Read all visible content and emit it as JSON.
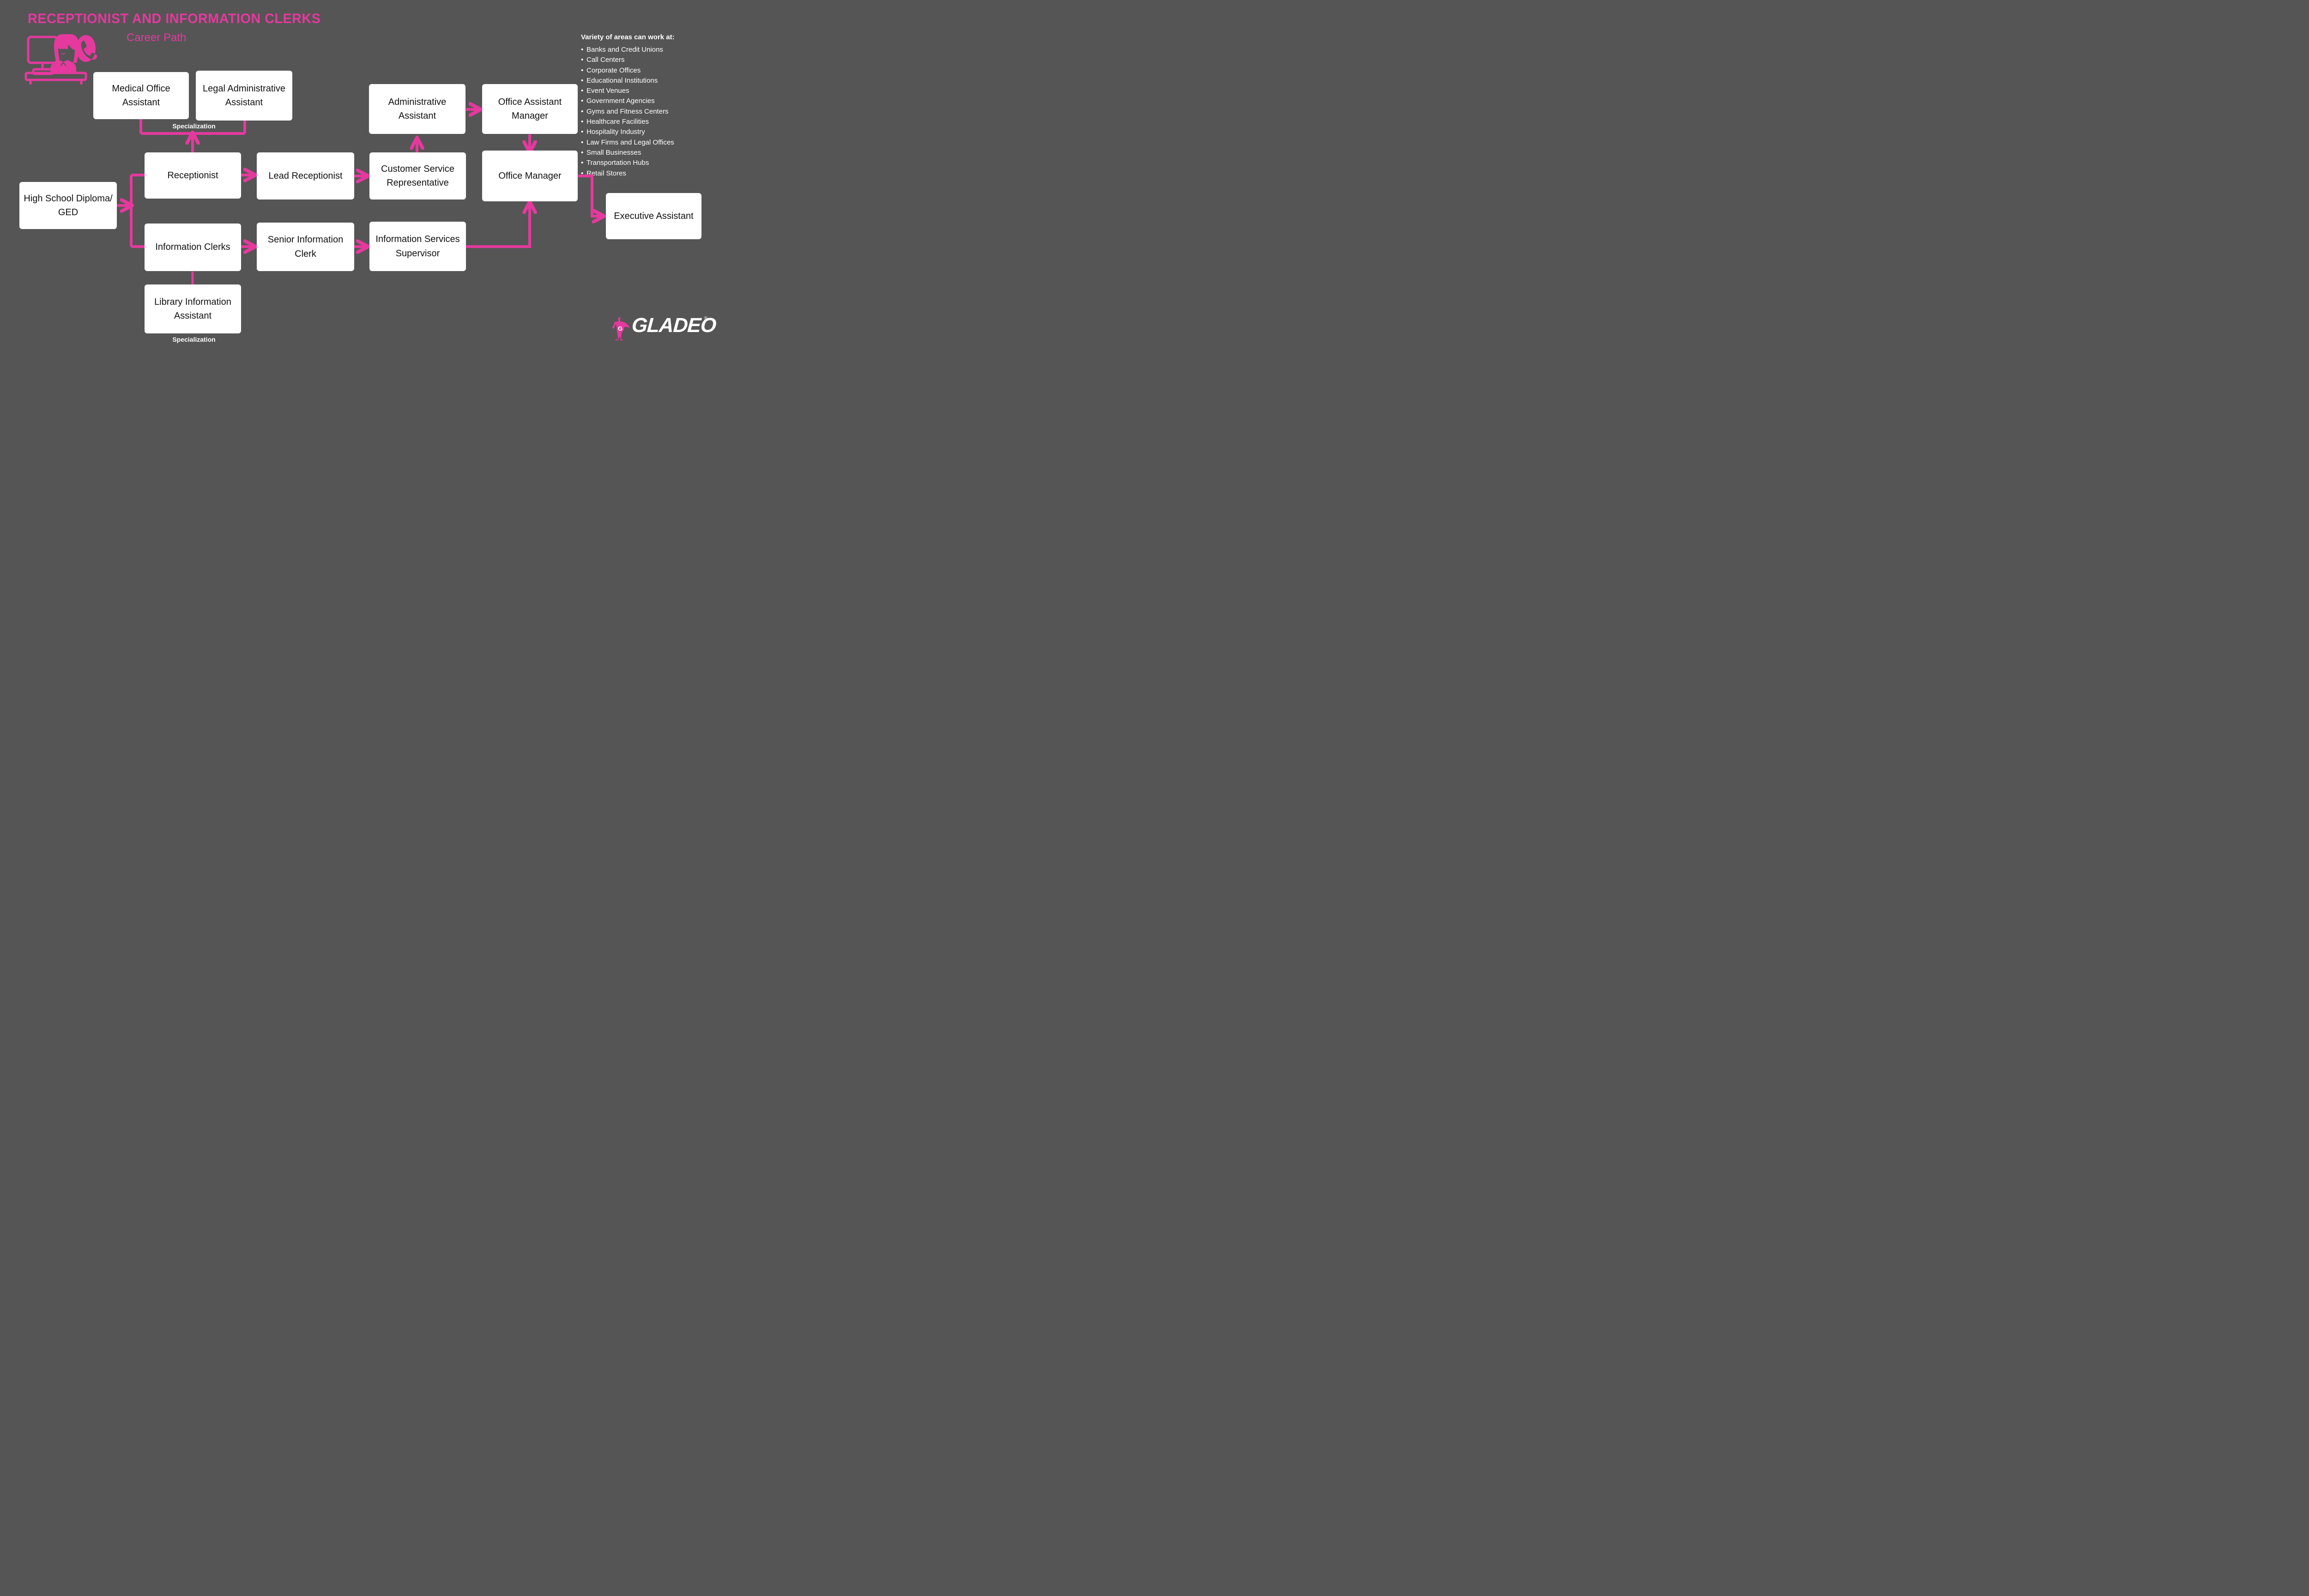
{
  "header": {
    "title": "RECEPTIONIST AND INFORMATION CLERKS",
    "subtitle": "Career Path",
    "icon": "receptionist-desk-icon"
  },
  "areas": {
    "title": "Variety of areas can work at:",
    "items": [
      "Banks and Credit Unions",
      "Call Centers",
      "Corporate Offices",
      "Educational Institutions",
      "Event Venues",
      "Government Agencies",
      "Gyms and Fitness Centers",
      "Healthcare Facilities",
      "Hospitality Industry",
      "Law Firms and Legal Offices",
      "Small Businesses",
      "Transportation Hubs",
      "Retail Stores"
    ]
  },
  "flow": {
    "nodes": {
      "medical_office_assistant": "Medical Office Assistant",
      "legal_administrative_assistant": "Legal Administrative Assistant",
      "high_school_diploma": "High School Diploma/ GED",
      "receptionist": "Receptionist",
      "lead_receptionist": "Lead Receptionist",
      "customer_service_representative": "Customer Service Representative",
      "administrative_assistant": "Administrative Assistant",
      "office_assistant_manager": "Office Assistant Manager",
      "office_manager": "Office Manager",
      "executive_assistant": "Executive Assistant",
      "information_clerks": "Information Clerks",
      "senior_information_clerk": "Senior Information Clerk",
      "information_services_supervisor": "Information Services Supervisor",
      "library_information_assistant": "Library Information Assistant"
    },
    "captions": {
      "specialization_top": "Specialization",
      "specialization_bottom": "Specialization"
    }
  },
  "logo": {
    "wordmark": "GLADEO",
    "registered": "®"
  },
  "colors": {
    "background": "#555555",
    "accent": "#E5399E",
    "box_fill": "#ffffff",
    "box_text": "#111111",
    "text": "#ffffff"
  }
}
